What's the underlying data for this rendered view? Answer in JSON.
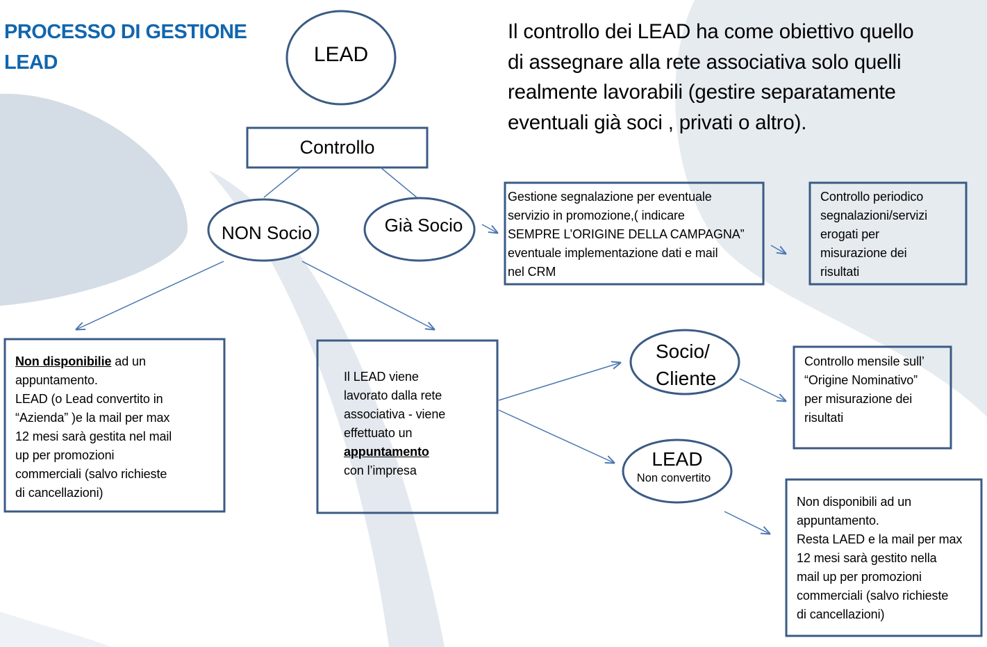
{
  "title": [
    "PROCESSO DI GESTIONE",
    "LEAD"
  ],
  "intro": [
    "Il controllo dei LEAD ha come obiettivo quello",
    "di assegnare alla rete associativa solo quelli",
    "realmente lavorabili (gestire separatamente",
    "eventuali già soci , privati o altro)."
  ],
  "nodes": {
    "lead": "LEAD",
    "controllo": "Controllo",
    "non_socio": "NON Socio",
    "gia_socio": "Già Socio",
    "socio_cliente": [
      "Socio/",
      "Cliente"
    ],
    "lead_nc": {
      "title": "LEAD",
      "subtitle": "Non convertito"
    }
  },
  "boxes": {
    "gestione": [
      "Gestione segnalazione per eventuale",
      "servizio in promozione,( indicare",
      "SEMPRE L’ORIGINE DELLA CAMPAGNA”",
      "eventuale implementazione  dati e mail",
      "nel CRM"
    ],
    "controllo_periodico": [
      "Controllo periodico",
      "segnalazioni/servizi",
      "erogati per",
      "misurazione dei",
      "risultati"
    ],
    "non_disponibile": {
      "first_underlined": "Non disponibilie",
      "first_rest": " ad un",
      "lines": [
        "appuntamento.",
        "LEAD (o Lead convertito in",
        "“Azienda” )e la mail per max",
        "12 mesi sarà gestita nel  mail",
        "up per promozioni",
        "commerciali  (salvo richieste",
        "di cancellazioni)"
      ]
    },
    "lavorato": {
      "lines": [
        "Il LEAD viene",
        "lavorato dalla rete",
        "associativa  -  viene",
        "effettuato un"
      ],
      "underlined": "appuntamento",
      "last": "con l’impresa"
    },
    "controllo_mensile": [
      "Controllo  mensile sull’",
      "“Origine Nominativo”",
      "per misurazione dei",
      "risultati"
    ],
    "non_disponibili": [
      "Non disponibili ad un",
      "appuntamento.",
      "Resta LAED e la mail per max",
      "12 mesi sarà gestito nella",
      "mail up  per promozioni",
      "commerciali  (salvo richieste",
      "di cancellazioni)"
    ]
  },
  "colors": {
    "title": "#1166ae",
    "border": "#3b5b84",
    "arrow": "#4a76b0",
    "bg_shape": "#d4dce5",
    "bg_shape_light": "#e4e9ef"
  }
}
